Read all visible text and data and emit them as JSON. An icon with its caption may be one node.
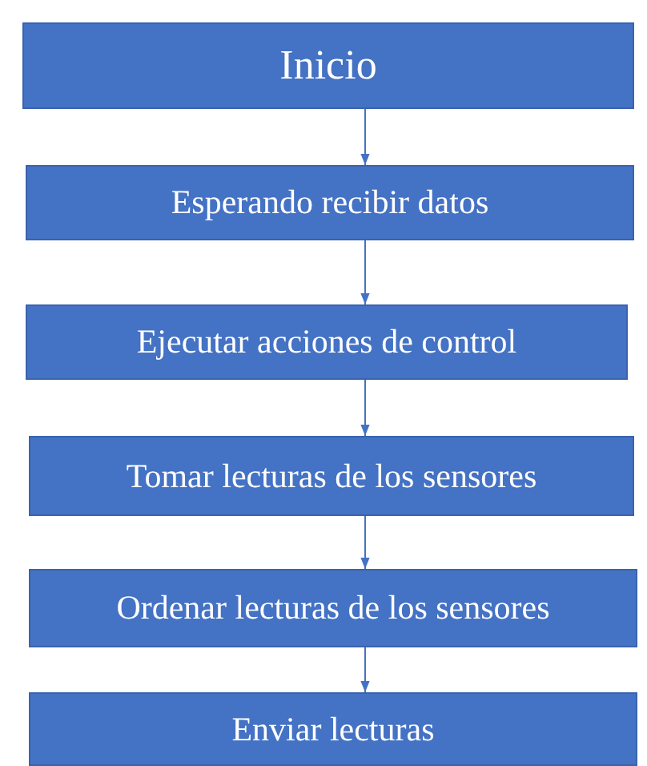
{
  "diagram": {
    "nodes": [
      {
        "text": [
          "Inicio"
        ]
      },
      {
        "text": [
          "Esperando recibir datos"
        ]
      },
      {
        "text": [
          "Ejecutar acciones de control"
        ]
      },
      {
        "text": [
          "Tomar lecturas de los sensores"
        ]
      },
      {
        "text": [
          "Ordenar lecturas de los sensores"
        ]
      },
      {
        "text": [
          "Enviar lecturas"
        ]
      }
    ],
    "edges": [
      {
        "from": 0,
        "to": 1,
        "arrow": "to"
      },
      {
        "from": 1,
        "to": 2,
        "arrow": "to"
      },
      {
        "from": 2,
        "to": 3,
        "arrow": "to"
      },
      {
        "from": 3,
        "to": 4,
        "arrow": "to"
      },
      {
        "from": 4,
        "to": 5,
        "arrow": "to"
      }
    ]
  }
}
